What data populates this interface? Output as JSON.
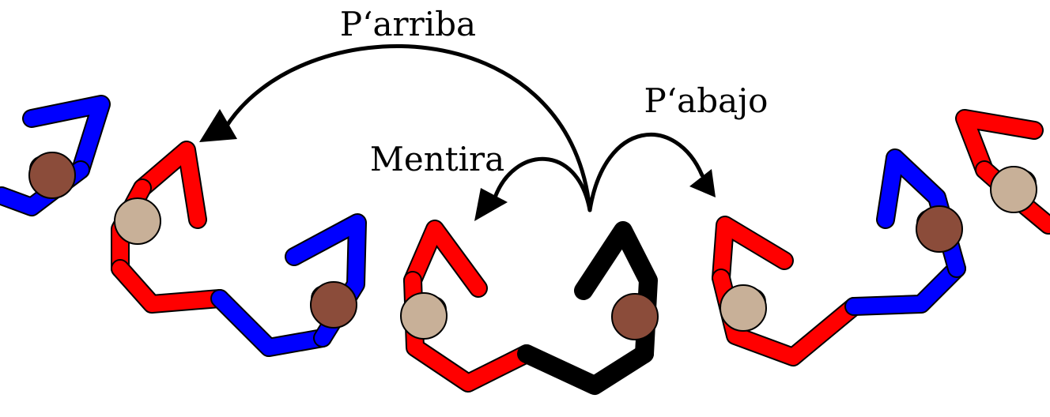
{
  "labels": {
    "up": "P‘arriba",
    "down": "P‘abajo",
    "lie": "Mentira"
  },
  "colors": {
    "red": "#ff0000",
    "blue": "#0000ff",
    "black": "#000000",
    "head_light": "#c8b098",
    "head_dark": "#8b4c3a",
    "ear": "#f4d0b0"
  }
}
